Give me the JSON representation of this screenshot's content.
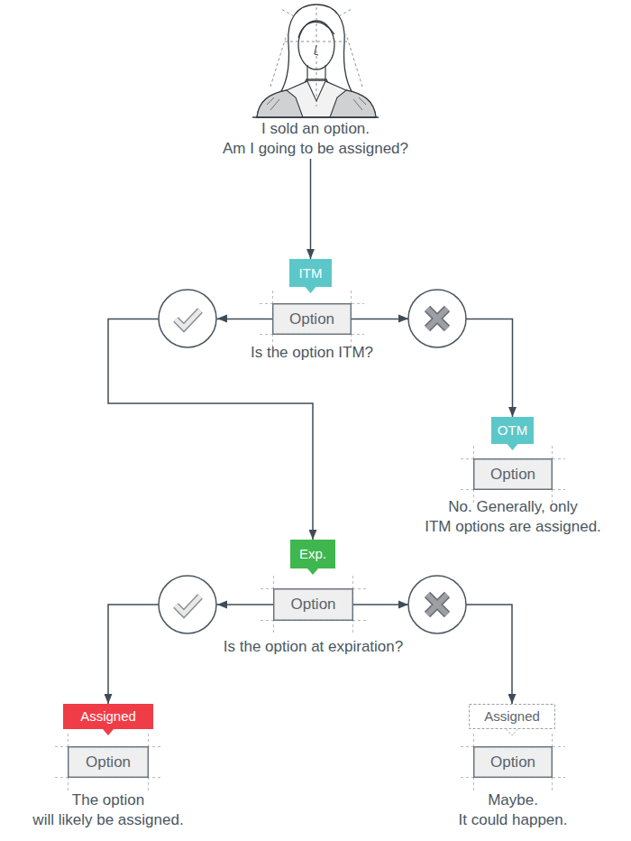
{
  "diagram": {
    "nodes": [
      {
        "text": [
          "I sold an option. Am I going to be assigned?"
        ]
      },
      {
        "text": [
          "ITM"
        ]
      },
      {
        "text": [
          "Option",
          "Is the option ITM?"
        ]
      },
      {
        "text": [
          "OTM"
        ]
      },
      {
        "text": [
          "Option",
          "No. Generally, only ITM options are assigned."
        ]
      },
      {
        "text": [
          "Exp."
        ]
      },
      {
        "text": [
          "Option",
          "Is the option at expiration?"
        ]
      },
      {
        "text": [
          "Assigned"
        ]
      },
      {
        "text": [
          "Option",
          "The option will likely be assigned."
        ]
      },
      {
        "text": [
          "Assigned"
        ]
      },
      {
        "text": [
          "Option",
          "Maybe. It could happen."
        ]
      }
    ],
    "edges": [
      {
        "from": 0,
        "to": 1,
        "arrow": "to"
      },
      {
        "from": 2,
        "to": 5,
        "arrow": "to"
      },
      {
        "from": 2,
        "to": 3,
        "arrow": "to"
      },
      {
        "from": 6,
        "to": 7,
        "arrow": "to"
      },
      {
        "from": 6,
        "to": 9,
        "arrow": "to"
      }
    ]
  }
}
